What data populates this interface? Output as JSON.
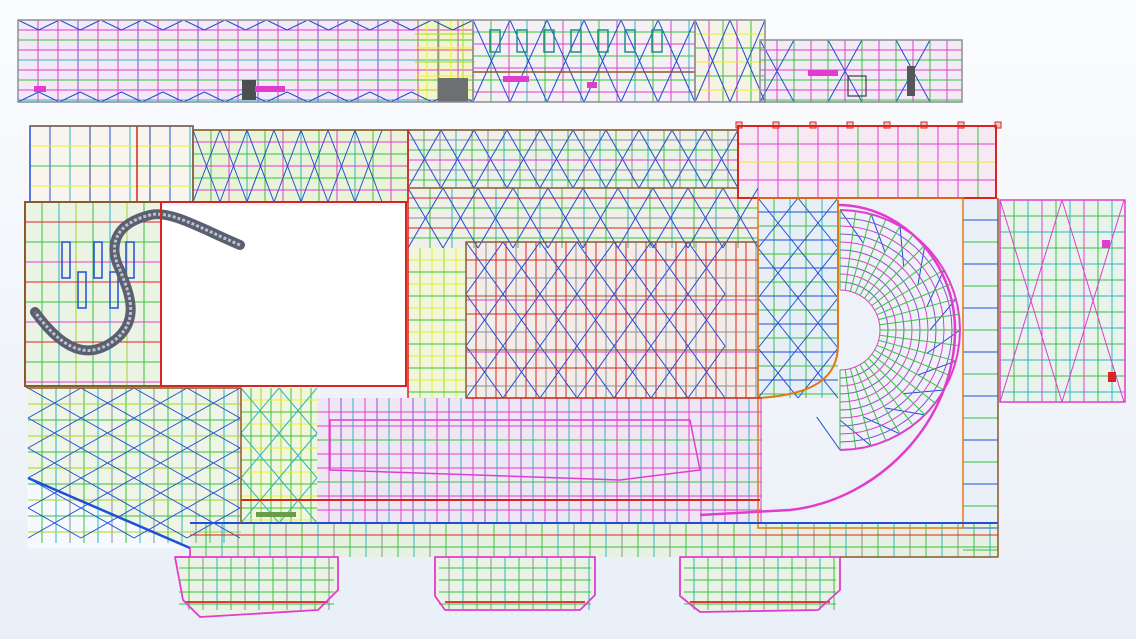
{
  "view": {
    "kind": "structural-framing-plan",
    "background_top": "#fbfcfe",
    "background_bottom": "#e9eff7"
  },
  "palette": {
    "magenta": "#e23ccf",
    "green": "#38c23e",
    "lime": "#a7d629",
    "yellow": "#eded2a",
    "cyan": "#2cb6c4",
    "blue": "#1f4fd8",
    "navy": "#283b9c",
    "red": "#d92420",
    "orange": "#e07a18",
    "brown": "#8a5a2b",
    "gray": "#8a8f96",
    "violet": "#8b4fd1",
    "teal": "#1e8f86"
  },
  "regions": [
    "top-strip-west",
    "top-strip-center",
    "top-strip-east",
    "north-wing-west",
    "north-wing-center",
    "north-wing-east",
    "west-block",
    "ramp",
    "courtyard-void",
    "central-hall",
    "curved-ramp-hall",
    "east-annex",
    "south-west-wing",
    "south-center",
    "south-bays"
  ]
}
